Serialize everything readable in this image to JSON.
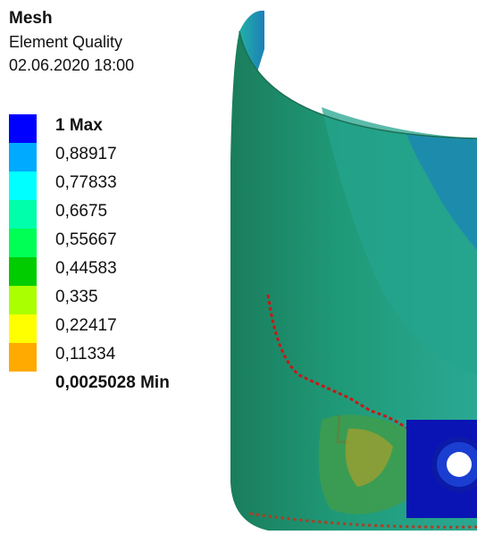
{
  "header": {
    "result_type": "Mesh",
    "quantity": "Element Quality",
    "timestamp": "02.06.2020 18:00"
  },
  "legend": {
    "entries": [
      {
        "label": "1 Max",
        "color": "#0000ff",
        "emphasis": true
      },
      {
        "label": "0,88917",
        "color": "#00aaff",
        "emphasis": false
      },
      {
        "label": "0,77833",
        "color": "#00ffff",
        "emphasis": false
      },
      {
        "label": "0,6675",
        "color": "#00ffaa",
        "emphasis": false
      },
      {
        "label": "0,55667",
        "color": "#00ff55",
        "emphasis": false
      },
      {
        "label": "0,44583",
        "color": "#00cc00",
        "emphasis": false
      },
      {
        "label": "0,335",
        "color": "#aaff00",
        "emphasis": false
      },
      {
        "label": "0,22417",
        "color": "#ffff00",
        "emphasis": false
      },
      {
        "label": "0,11334",
        "color": "#ffaa00",
        "emphasis": false
      },
      {
        "label": "0,0025028 Min",
        "color": "#ff0000",
        "emphasis": true
      }
    ]
  },
  "model": {
    "description_icon": "cylindrical-shell-mesh-icon",
    "colors": {
      "shell_base": "#1e8c6a",
      "shell_light": "#22a98c",
      "inner_rim": "#1f8bbf",
      "flange": "#0a14b4",
      "defect": "#d21414"
    }
  }
}
